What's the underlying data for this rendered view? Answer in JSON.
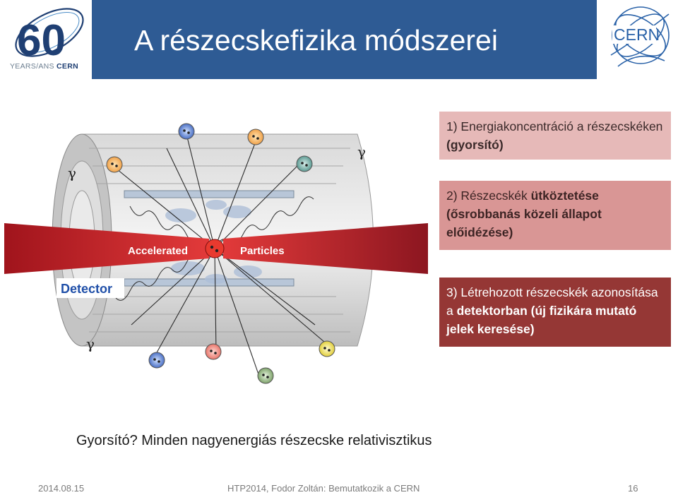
{
  "header": {
    "title": "A részecskefizika módszerei",
    "logo_left_number": "60",
    "logo_left_years": "YEARS/ANS",
    "logo_left_org": "CERN",
    "logo_right_text": "CERN"
  },
  "colors": {
    "title_bar": "#2e5b94",
    "box1_bg": "#e6b9b8",
    "box2_bg": "#d99695",
    "box3_bg": "#953735",
    "beam_left": "#c0202a",
    "detector_label": "#1f4fa8"
  },
  "boxes": {
    "box1": {
      "prefix": "1) Energiakoncentráció a részecskéken ",
      "bold": "(gyorsító)"
    },
    "box2": {
      "prefix": "2) Részecskék ",
      "bold": "ütköztetése (ősrobbanás közeli állapot előidézése)"
    },
    "box3": {
      "prefix": "3) Létrehozott részecskék azonosítása a ",
      "bold": "detektorban (új fizikára mutató jelek keresése)"
    }
  },
  "diagram": {
    "accelerated_label": "Accelerated",
    "particles_label": "Particles",
    "detector_label": "Detector",
    "gamma_symbol": "γ"
  },
  "bottom_text": "Gyorsító?  Minden nagyenergiás részecske relativisztikus",
  "footer": {
    "date": "2014.08.15",
    "center": "HTP2014, Fodor Zoltán: Bemutatkozik a CERN",
    "page": "16"
  }
}
